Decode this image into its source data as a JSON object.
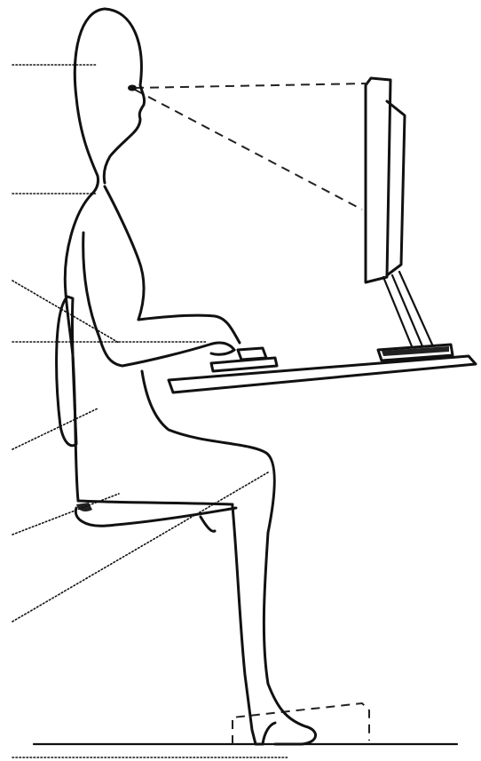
{
  "figure": {
    "subject": "ergonomic-seated-posture",
    "labels": []
  },
  "colors": {
    "ink": "#111111",
    "background": "#ffffff"
  },
  "icons": [
    "person-figure",
    "office-chair",
    "desk",
    "monitor",
    "keyboard",
    "mouse",
    "footrest"
  ]
}
